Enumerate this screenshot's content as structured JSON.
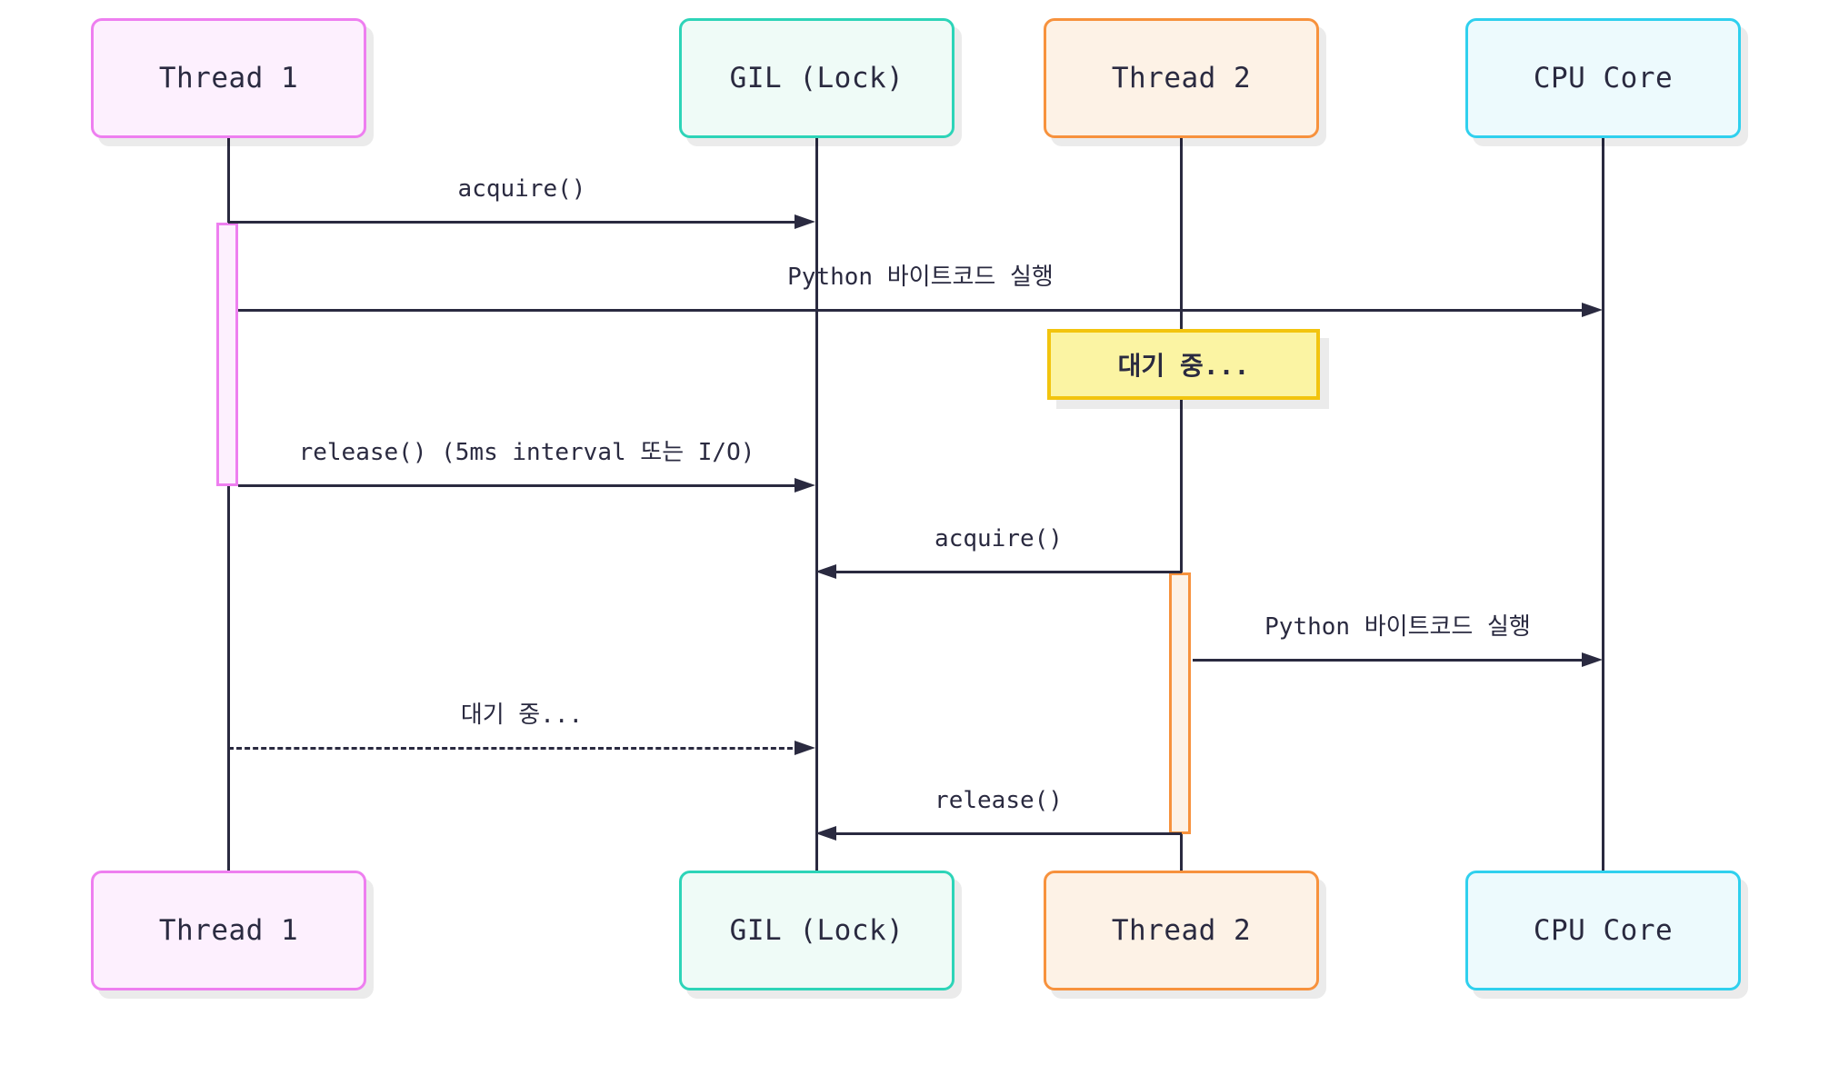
{
  "diagram": {
    "type": "sequence-diagram",
    "background_color": "#ffffff",
    "line_color": "#2a2a40",
    "actors": [
      {
        "id": "thread1",
        "label": "Thread 1",
        "border_color": "#ee7ff0",
        "fill_color": "#fdf0fe"
      },
      {
        "id": "gil",
        "label": "GIL (Lock)",
        "border_color": "#2dd4b8",
        "fill_color": "#effbf7"
      },
      {
        "id": "thread2",
        "label": "Thread 2",
        "border_color": "#f7923d",
        "fill_color": "#fdf2e6"
      },
      {
        "id": "cpu",
        "label": "CPU Core",
        "border_color": "#2fd0ee",
        "fill_color": "#edfafd"
      }
    ],
    "messages": [
      {
        "label": "acquire()",
        "from": "thread1",
        "to": "gil",
        "line_style": "solid",
        "direction": "right"
      },
      {
        "label": "Python 바이트코드 실행",
        "from": "thread1",
        "to": "cpu",
        "line_style": "solid",
        "direction": "right"
      },
      {
        "label": "release() (5ms interval 또는 I/O)",
        "from": "thread1",
        "to": "gil",
        "line_style": "solid",
        "direction": "right"
      },
      {
        "label": "acquire()",
        "from": "thread2",
        "to": "gil",
        "line_style": "solid",
        "direction": "left"
      },
      {
        "label": "Python 바이트코드 실행",
        "from": "thread2",
        "to": "cpu",
        "line_style": "solid",
        "direction": "right"
      },
      {
        "label": "대기 중...",
        "from": "thread1",
        "to": "gil",
        "line_style": "dashed",
        "direction": "right"
      },
      {
        "label": "release()",
        "from": "thread2",
        "to": "gil",
        "line_style": "solid",
        "direction": "left"
      }
    ],
    "note": {
      "label": "대기 중...",
      "attached_to": "thread2",
      "border_color": "#f2c40e",
      "fill_color": "#fbf4a3"
    },
    "activations": [
      {
        "on": "thread1",
        "from_message": "acquire()",
        "to_message": "release() (5ms interval 또는 I/O)",
        "color": "#ee7ff0"
      },
      {
        "on": "thread2",
        "from_message": "acquire()",
        "to_message": "release()",
        "color": "#f7923d"
      }
    ]
  }
}
